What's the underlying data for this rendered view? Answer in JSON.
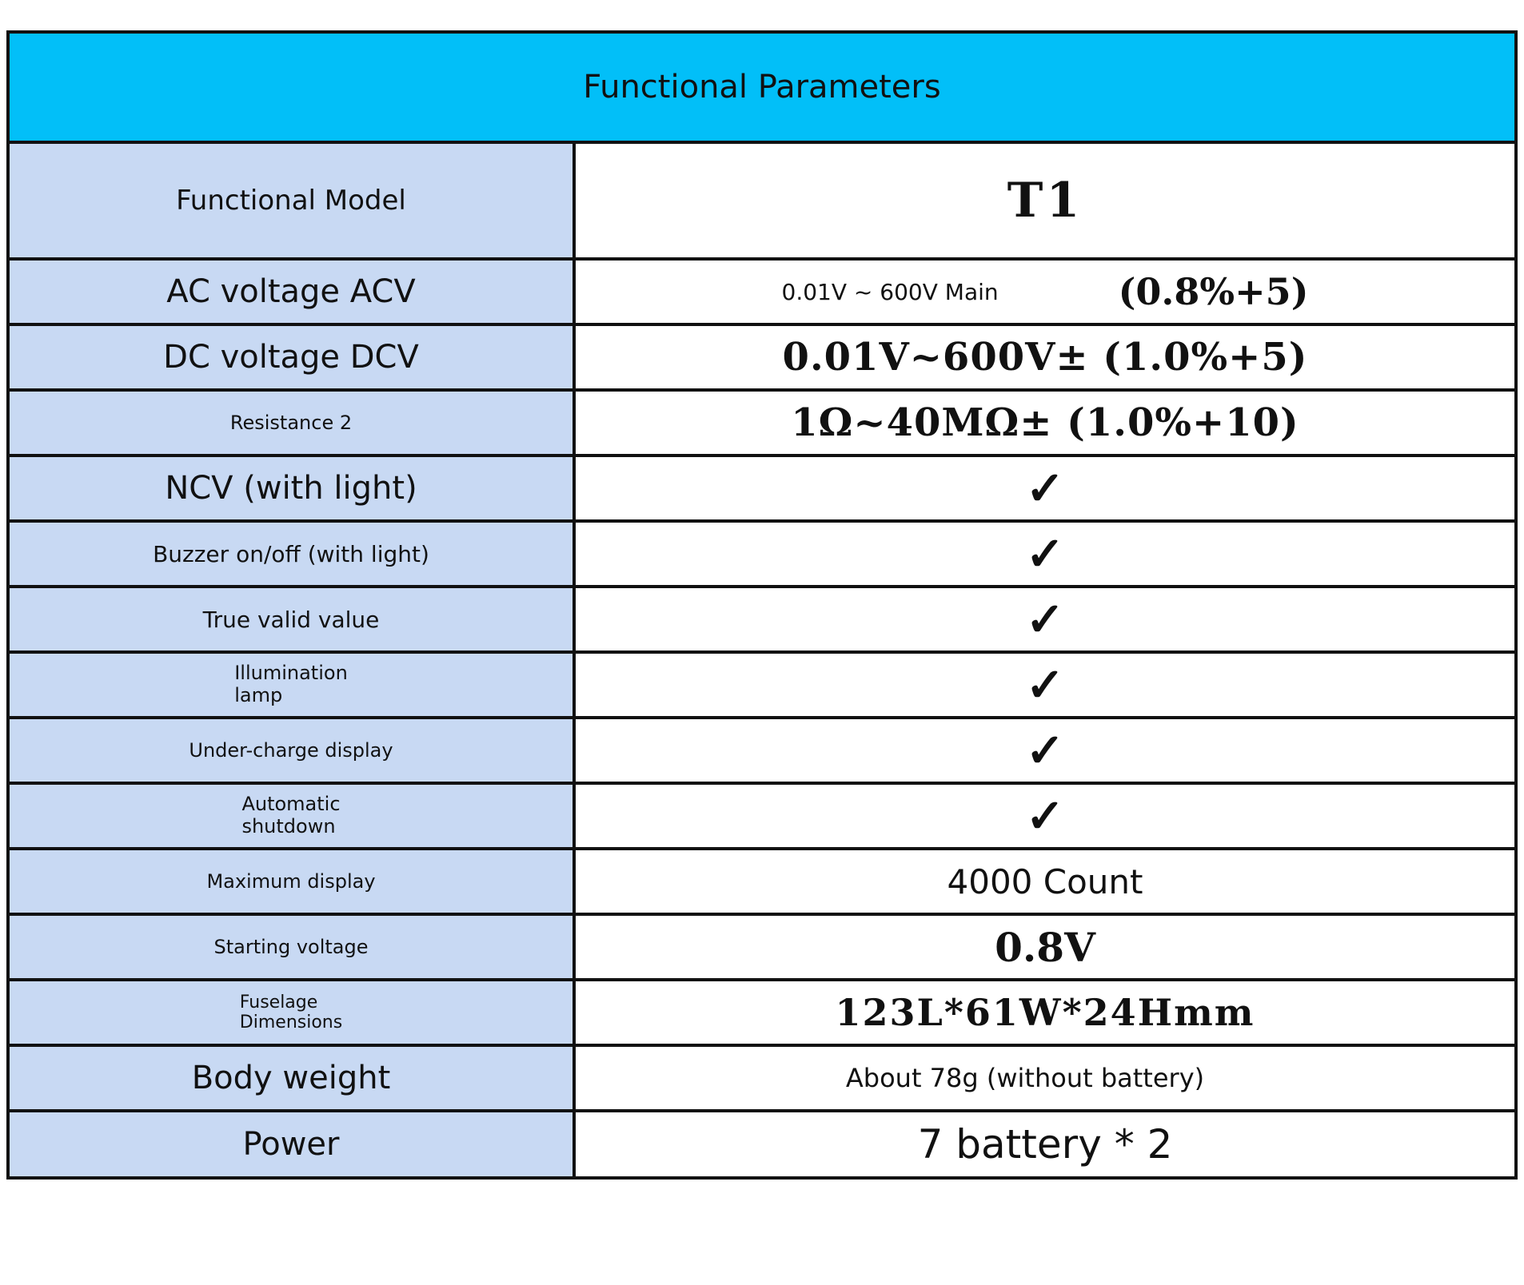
{
  "table": {
    "title": "Functional Parameters",
    "rows": [
      {
        "label": "Functional Model",
        "value": "T1"
      },
      {
        "label": "AC voltage ACV",
        "value_main": "0.01V ~ 600V Main",
        "value_accuracy": "(0.8%+5)"
      },
      {
        "label": "DC voltage DCV",
        "value": "0.01V~600V± (1.0%+5)"
      },
      {
        "label": "Resistance 2",
        "value": "1Ω~40MΩ± (1.0%+10)"
      },
      {
        "label": "NCV (with light)",
        "value": "✓"
      },
      {
        "label": "Buzzer on/off (with light)",
        "value": "✓"
      },
      {
        "label": "True valid value",
        "value": "✓"
      },
      {
        "label_line1": "Illumination",
        "label_line2": "lamp",
        "value": "✓"
      },
      {
        "label": "Under-charge display",
        "value": "✓"
      },
      {
        "label_line1": "Automatic",
        "label_line2": "shutdown",
        "value": "✓"
      },
      {
        "label": "Maximum display",
        "value": "4000 Count"
      },
      {
        "label": "Starting voltage",
        "value": "0.8V"
      },
      {
        "label_line1": "Fuselage",
        "label_line2": "Dimensions",
        "value": "123L*61W*24Hmm"
      },
      {
        "label": "Body weight",
        "value": "About 78g (without battery)"
      },
      {
        "label": "Power",
        "value": "7 battery * 2"
      }
    ]
  },
  "colors": {
    "header_bg": "#02bff8",
    "label_bg": "#c8d9f3",
    "border": "#111111"
  }
}
